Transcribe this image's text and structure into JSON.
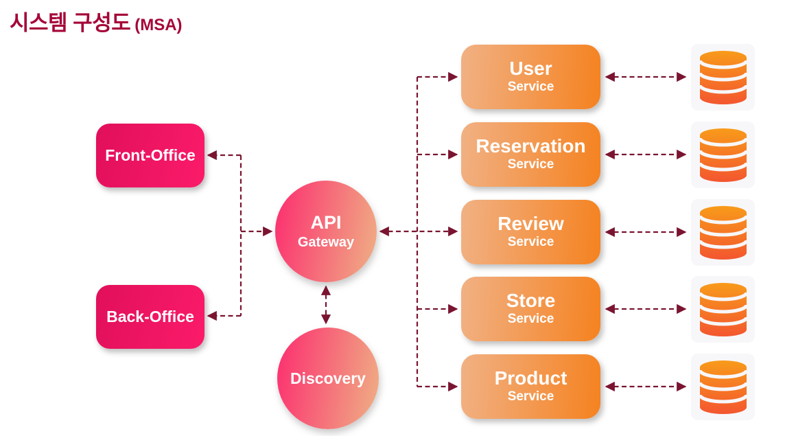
{
  "title": {
    "main": "시스템 구성도",
    "suffix": "(MSA)"
  },
  "nodes": {
    "front_office": {
      "label": "Front-Office"
    },
    "back_office": {
      "label": "Back-Office"
    },
    "api_gateway": {
      "line1": "API",
      "line2": "Gateway"
    },
    "discovery": {
      "label": "Discovery"
    },
    "services": [
      {
        "name": "User",
        "sub": "Service"
      },
      {
        "name": "Reservation",
        "sub": "Service"
      },
      {
        "name": "Review",
        "sub": "Service"
      },
      {
        "name": "Store",
        "sub": "Service"
      },
      {
        "name": "Product",
        "sub": "Service"
      }
    ],
    "databases": {
      "count": 5,
      "icon": "database-icon"
    }
  },
  "colors": {
    "title": "#A50638",
    "office_gradient_start": "#E10F5B",
    "office_gradient_end": "#FB1B69",
    "circle_gradient_start": "#FC2C6F",
    "circle_gradient_end": "#EFB185",
    "service_gradient_start": "#F1B184",
    "service_gradient_end": "#F58220",
    "database_gradient_start": "#F89B1A",
    "database_gradient_end": "#F3562F",
    "arrow": "#7A1430",
    "db_tile_background": "#F7F7FA"
  },
  "connections": {
    "style": "dashed",
    "list": [
      "gateway-trunk to front-office (arrow into box)",
      "gateway-trunk to back-office (arrow into box)",
      "office-trunk to api-gateway (arrow into circle)",
      "api-gateway to discovery (bidirectional)",
      "api-gateway to review-service (bidirectional)",
      "service-trunk to user/reservation/store/product services (arrow into box)",
      "each service to its database (bidirectional)"
    ]
  }
}
